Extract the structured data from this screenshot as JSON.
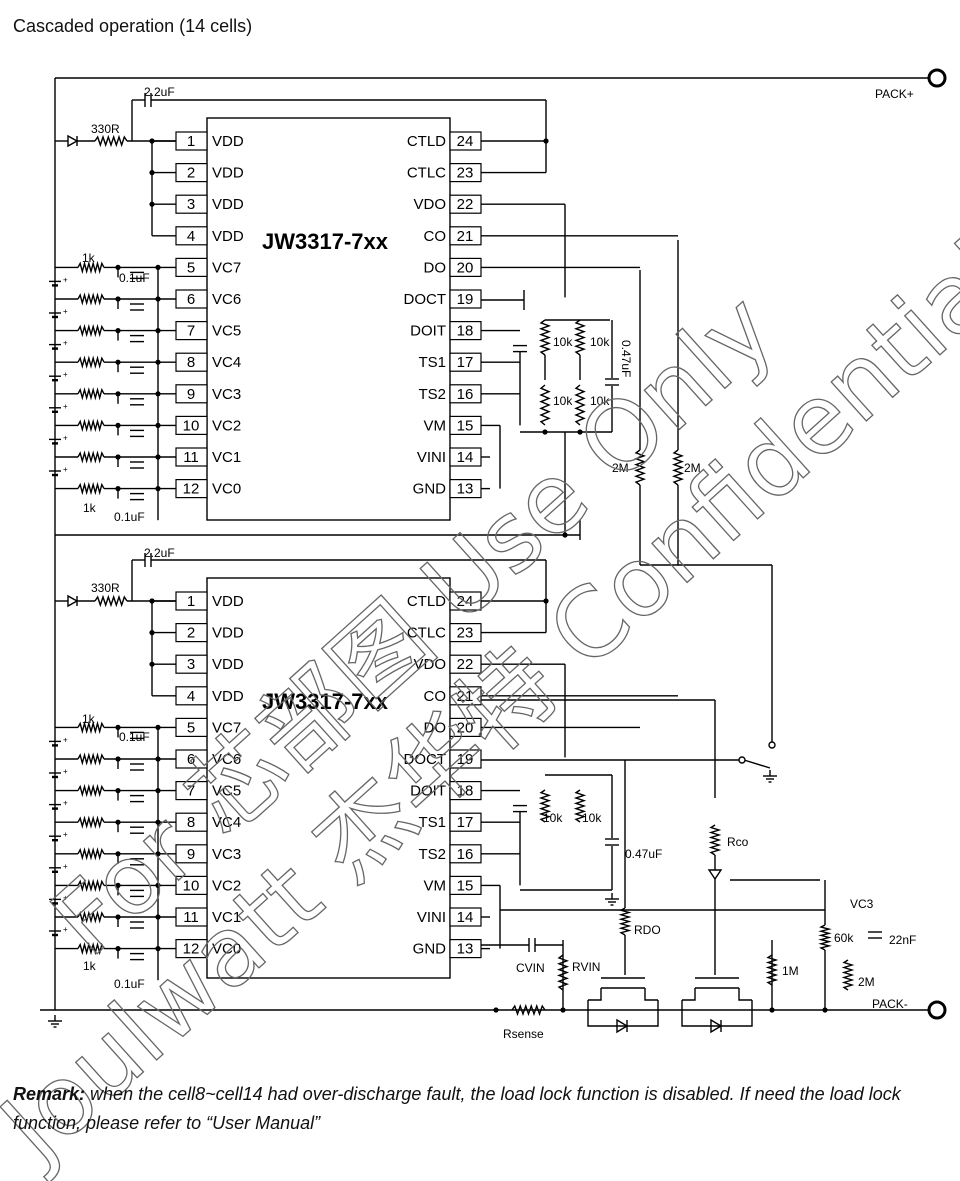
{
  "heading": "Cascaded operation (14 cells)",
  "ic": {
    "part": "JW3317-7xx",
    "left_pins": [
      {
        "num": "1",
        "label": "VDD"
      },
      {
        "num": "2",
        "label": "VDD"
      },
      {
        "num": "3",
        "label": "VDD"
      },
      {
        "num": "4",
        "label": "VDD"
      },
      {
        "num": "5",
        "label": "VC7"
      },
      {
        "num": "6",
        "label": "VC6"
      },
      {
        "num": "7",
        "label": "VC5"
      },
      {
        "num": "8",
        "label": "VC4"
      },
      {
        "num": "9",
        "label": "VC3"
      },
      {
        "num": "10",
        "label": "VC2"
      },
      {
        "num": "11",
        "label": "VC1"
      },
      {
        "num": "12",
        "label": "VC0"
      }
    ],
    "right_pins": [
      {
        "num": "24",
        "label": "CTLD"
      },
      {
        "num": "23",
        "label": "CTLC"
      },
      {
        "num": "22",
        "label": "VDO"
      },
      {
        "num": "21",
        "label": "CO"
      },
      {
        "num": "20",
        "label": "DO"
      },
      {
        "num": "19",
        "label": "DOCT"
      },
      {
        "num": "18",
        "label": "DOIT"
      },
      {
        "num": "17",
        "label": "TS1"
      },
      {
        "num": "16",
        "label": "TS2"
      },
      {
        "num": "15",
        "label": "VM"
      },
      {
        "num": "14",
        "label": "VINI"
      },
      {
        "num": "13",
        "label": "GND"
      }
    ]
  },
  "terminals": {
    "pack_plus": "PACK+",
    "pack_minus": "PACK-"
  },
  "components": {
    "cap_2u2": "2.2uF",
    "res_330": "330R",
    "res_1k": "1k",
    "cap_0u1": "0.1uF",
    "res_10k": "10k",
    "cap_0u47": "0.47uF",
    "res_2m": "2M",
    "res_rco": "Rco",
    "res_rdo": "RDO",
    "cap_cvin": "CVIN",
    "res_rvin": "RVIN",
    "res_1m": "1M",
    "res_60k": "60k",
    "cap_22n": "22nF",
    "vc3": "VC3",
    "rsense": "Rsense"
  },
  "watermark": {
    "line1": "For 芯部图 Use Only",
    "line2": "Joulwatt 杰华特 Confidential"
  },
  "remark": {
    "label": "Remark:",
    "text": " when the cell8~cell14 had over-discharge fault, the load lock function is disabled. If need the load lock function, please refer to “User Manual”"
  }
}
